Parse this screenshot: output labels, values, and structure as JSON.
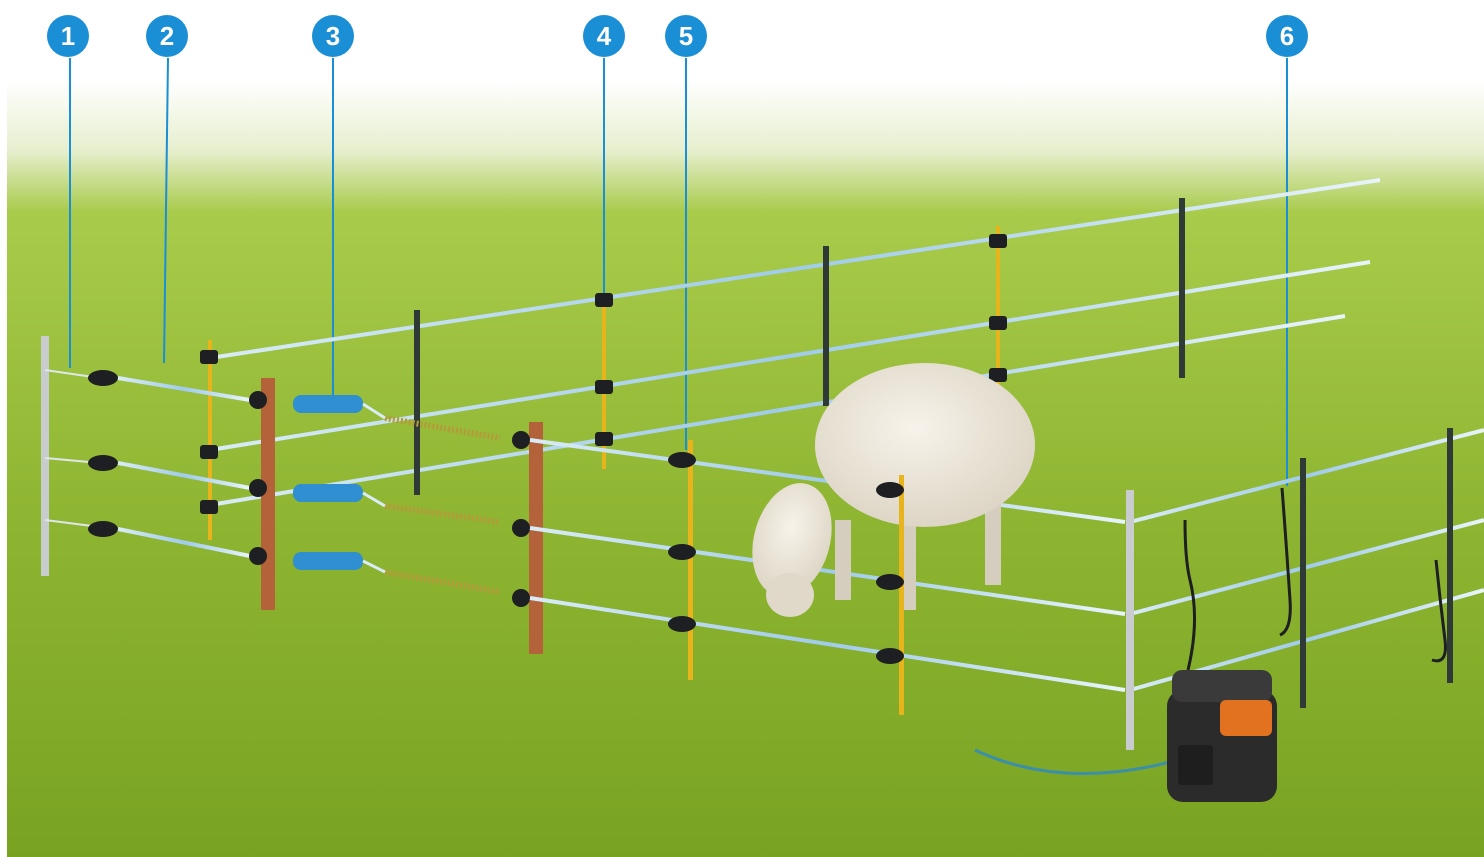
{
  "callouts": [
    {
      "number": "1"
    },
    {
      "number": "2"
    },
    {
      "number": "3"
    },
    {
      "number": "4"
    },
    {
      "number": "5"
    },
    {
      "number": "6"
    }
  ],
  "colors": {
    "callout_blue": "#1a8fd6",
    "grass_light": "#9cc23e",
    "grass_mid": "#86b02a",
    "grass_dark": "#6f9a1c",
    "tape_white": "#e8f2f8",
    "tape_blue": "#8fc2e6",
    "wood_post": "#b3623a",
    "steel_post": "#c8cccf",
    "fiber_post": "#2f3a36",
    "yellow_post": "#e7b51b",
    "insulator": "#1d1f22",
    "gate_handle": "#2f8fd0",
    "energizer": "#2b2b2b",
    "energizer_accent": "#e2721f",
    "sheep_wool": "#e9e3d6"
  },
  "icons": [
    "sheep-illustration",
    "energizer-icon",
    "gate-handle-icon",
    "insulator-icon",
    "ground-rod-icon"
  ]
}
